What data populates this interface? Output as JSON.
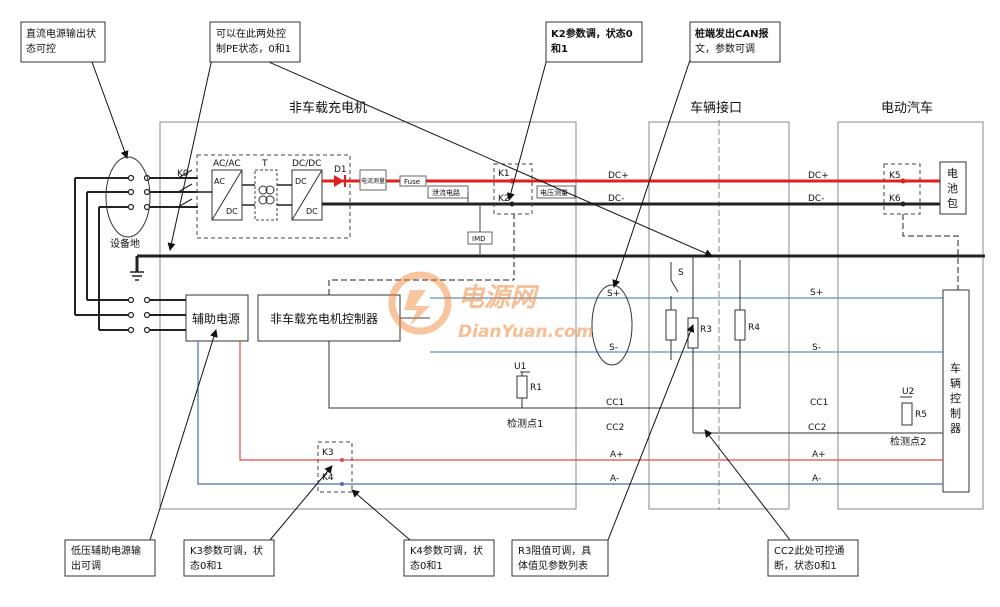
{
  "sections": {
    "offboard_charger": "非车载充电机",
    "vehicle_interface": "车辆接口",
    "electric_vehicle": "电动汽车"
  },
  "components": {
    "k0": "K0",
    "acac": "AC/AC",
    "ac": "AC",
    "dc_a": "DC",
    "t": "T",
    "dcdc": "DC/DC",
    "dc_b": "DC",
    "dc_c": "DC",
    "d1": "D1",
    "current_meter": "电流测量",
    "fuse": "Fuse",
    "bleed_circuit": "泄流电路",
    "voltage_meter": "电压测量",
    "imd": "IMD",
    "k1": "K1",
    "k2": "K2",
    "k5": "K5",
    "k6": "K6",
    "k3": "K3",
    "k4": "K4",
    "s": "S",
    "r1": "R1",
    "r3": "R3",
    "r4": "R4",
    "r5": "R5",
    "u1": "U1",
    "u2": "U2",
    "equipment_ground": "设备地",
    "aux_power": "辅助电源",
    "charger_controller": "非车载充电机控制器",
    "battery_pack": [
      "电",
      "池",
      "包"
    ],
    "vehicle_controller": [
      "车",
      "辆",
      "控",
      "制",
      "器"
    ],
    "check_point_1": "检测点1",
    "check_point_2": "检测点2"
  },
  "wires": {
    "dc_plus": "DC+",
    "dc_minus": "DC-",
    "s_plus": "S+",
    "s_minus": "S-",
    "cc1": "CC1",
    "cc2": "CC2",
    "a_plus": "A+",
    "a_minus": "A-"
  },
  "callouts": {
    "dc_output": [
      "直流电源输出状",
      "态可控"
    ],
    "pe_state": [
      "可以在此两处控",
      "制PE状态，0和1"
    ],
    "k2_param": [
      "K2参数调，状态0",
      "和1"
    ],
    "can_msg": [
      "桩端发出CAN报",
      "文，参数可调"
    ],
    "low_aux": [
      "低压辅助电源输",
      "出可调"
    ],
    "k3_param": [
      "K3参数可调，状",
      "态0和1"
    ],
    "k4_param": [
      "K4参数可调，状",
      "态0和1"
    ],
    "r3_value": [
      "R3阻值可调，具",
      "体值见参数列表"
    ],
    "cc2_cut": [
      "CC2此处可控通",
      "断，状态0和1"
    ]
  },
  "watermark": {
    "cn": "电源网",
    "en": "DianYuan.com"
  },
  "colors": {
    "dc_plus": "#e0201e",
    "s_line": "#5b8fc4",
    "a_plus": "#e04a4a",
    "a_minus": "#4a6fa8",
    "ground": "#222222",
    "watermark": "#f07f2a"
  }
}
